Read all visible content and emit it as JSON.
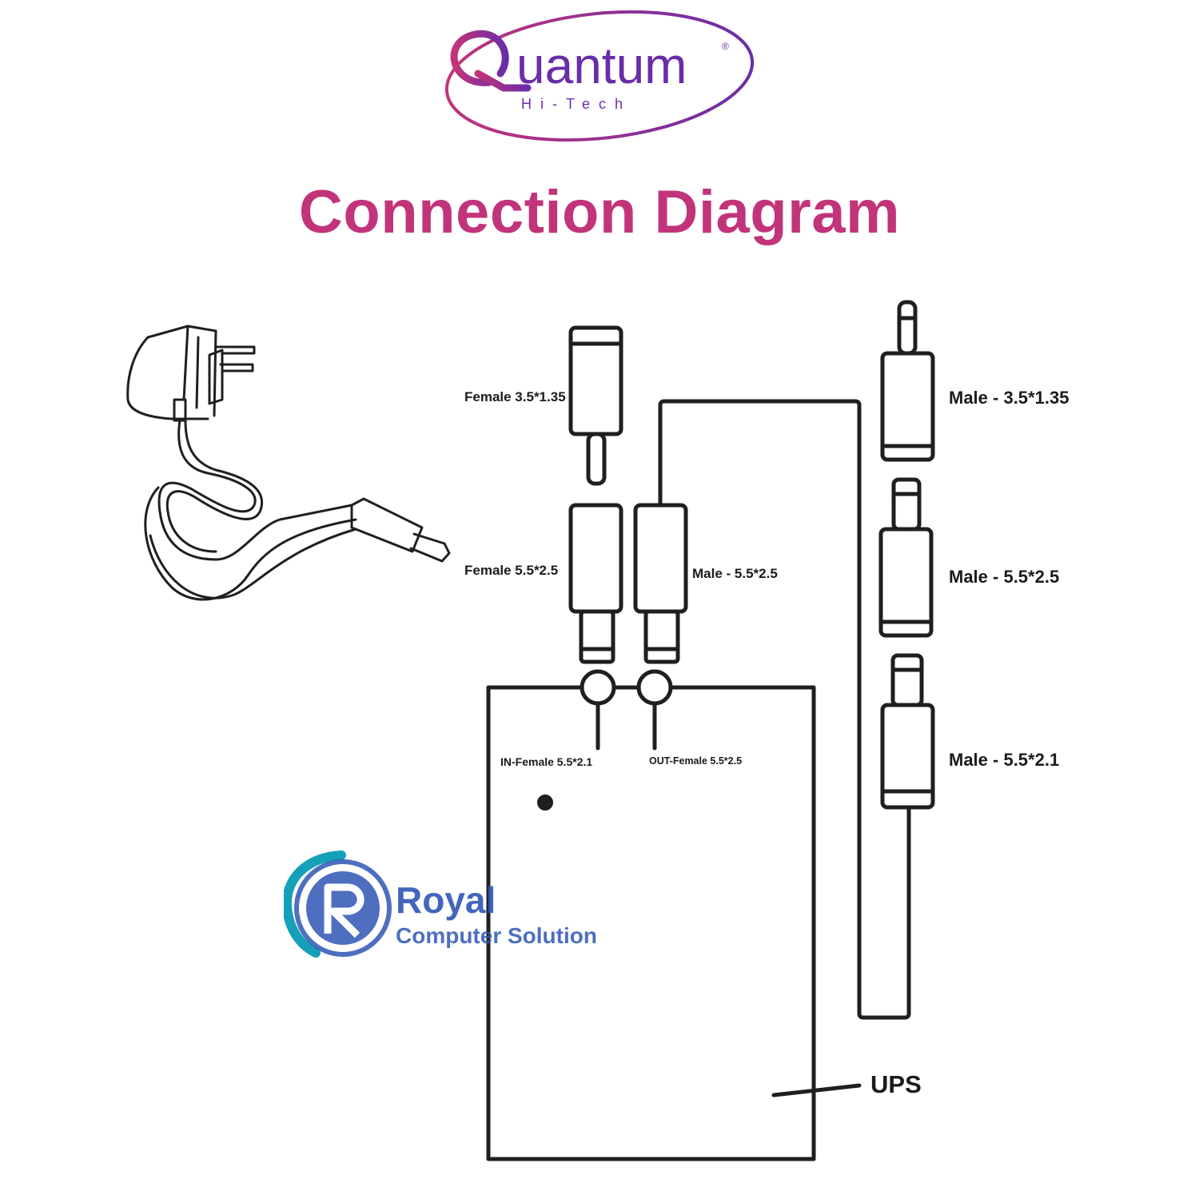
{
  "brand": {
    "name": "Quantum",
    "tagline": "Hi-Tech",
    "registered_mark": "®",
    "primary_color": "#c2347a",
    "secondary_color": "#7a2fa0"
  },
  "title": "Connection Diagram",
  "connectors": {
    "female_3_5_1_35": "Female 3.5*1.35",
    "female_5_5_2_5": "Female 5.5*2.5",
    "male_5_5_2_5_center": "Male - 5.5*2.5",
    "male_3_5_1_35": "Male - 3.5*1.35",
    "male_5_5_2_5_right": "Male - 5.5*2.5",
    "male_5_5_2_1": "Male - 5.5*2.1"
  },
  "ups": {
    "label": "UPS",
    "in_port": "IN-Female 5.5*2.1",
    "out_port": "OUT-Female 5.5*2.5"
  },
  "watermark": {
    "name": "Royal",
    "subtitle": "Computer Solution",
    "color": "#2f56b5",
    "accent_color": "#14a0b8"
  }
}
